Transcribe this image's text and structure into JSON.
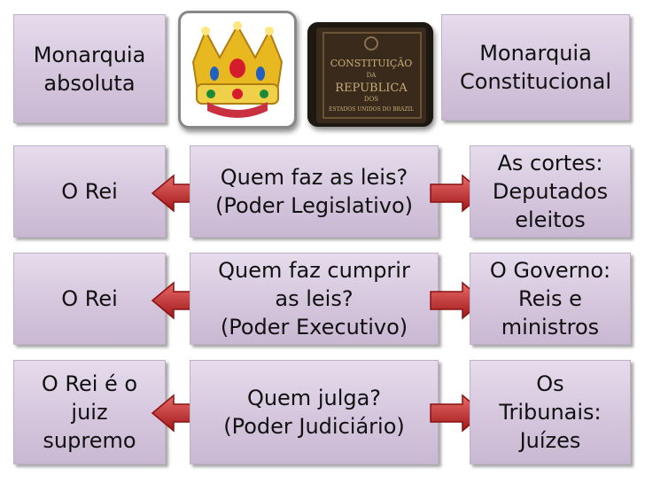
{
  "top": {
    "left": "Monarquia\nabsoluta",
    "right": "Monarquia\nConstitucional"
  },
  "rows": [
    {
      "left": "O Rei",
      "middle": "Quem faz as leis?\n(Poder Legislativo)",
      "right": "As cortes:\nDeputados\neleitos"
    },
    {
      "left": "O Rei",
      "middle": "Quem faz cumprir\nas leis?\n(Poder Executivo)",
      "right": "O Governo:\nReis e\nministros"
    },
    {
      "left": "O Rei é o\njuiz\nsupremo",
      "middle": "Quem julga?\n(Poder Judiciário)",
      "right": "Os\nTribunais:\nJuízes"
    }
  ],
  "images": {
    "crown": "crown-icon",
    "constitution": "constitution-book-icon",
    "constitution_lines": [
      "CONSTITUIÇÃO",
      "DA",
      "REPUBLICA",
      "DOS",
      "ESTADOS UNIDOS DO BRAZIL"
    ]
  },
  "colors": {
    "box": "#d5c6dd",
    "arrow": "#c0392b"
  }
}
